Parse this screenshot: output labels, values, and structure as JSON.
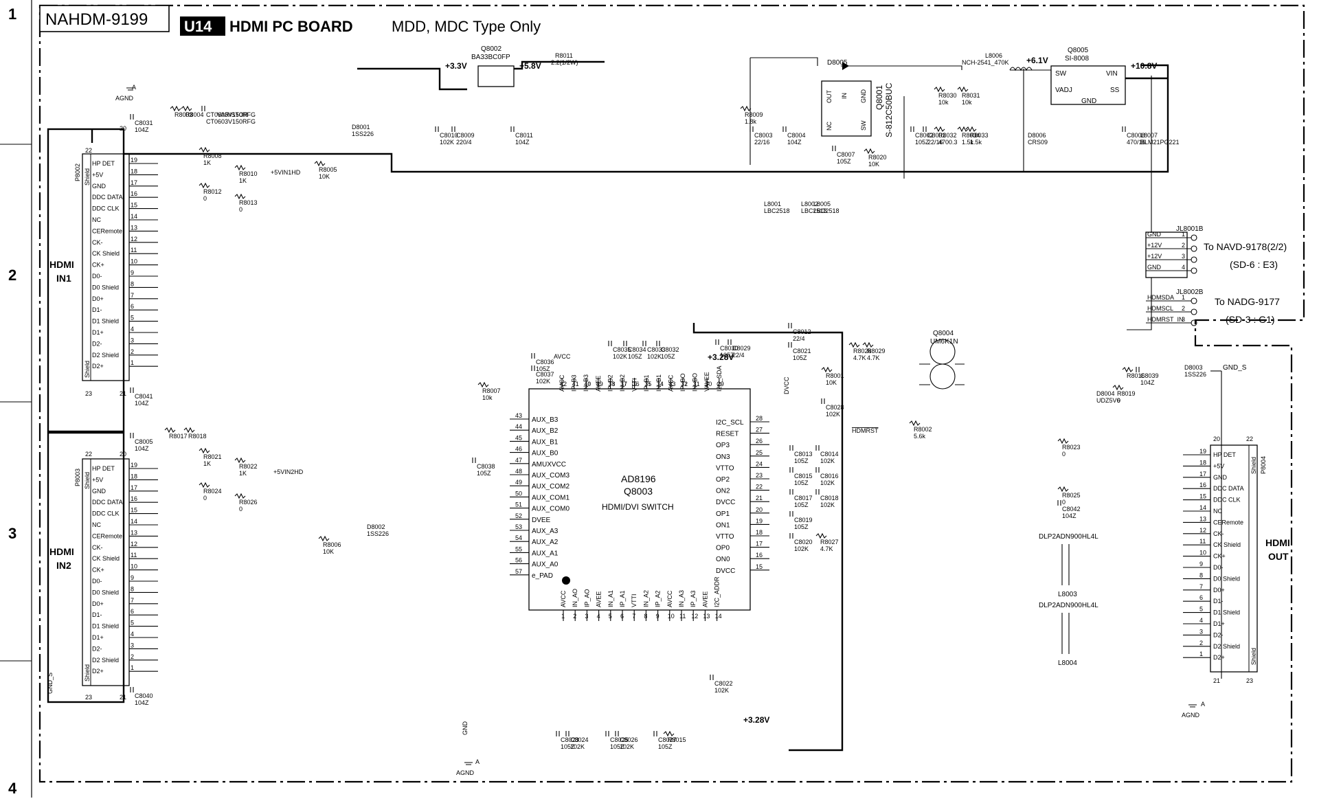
{
  "row_markers": [
    "1",
    "2",
    "3",
    "4"
  ],
  "header": {
    "model": "NAHDM-9199",
    "unit_badge": "U14",
    "board_title": "HDMI PC BOARD",
    "board_subtitle": "MDD, MDC Type Only"
  },
  "connectors": {
    "in1": {
      "label_line1": "HDMI",
      "label_line2": "IN1",
      "ref": "P8002"
    },
    "in2": {
      "label_line1": "HDMI",
      "label_line2": "IN2",
      "ref": "P8003"
    },
    "out": {
      "label_line1": "HDMI",
      "label_line2": "OUT",
      "ref": "P8004"
    },
    "shield": "Shield",
    "pins": [
      {
        "num": "19",
        "name": "HP DET"
      },
      {
        "num": "18",
        "name": "+5V"
      },
      {
        "num": "17",
        "name": "GND"
      },
      {
        "num": "16",
        "name": "DDC DATA"
      },
      {
        "num": "15",
        "name": "DDC CLK"
      },
      {
        "num": "14",
        "name": "NC"
      },
      {
        "num": "13",
        "name": "CERemote"
      },
      {
        "num": "12",
        "name": "CK-"
      },
      {
        "num": "11",
        "name": "CK Shield"
      },
      {
        "num": "10",
        "name": "CK+"
      },
      {
        "num": "9",
        "name": "D0-"
      },
      {
        "num": "8",
        "name": "D0 Shield"
      },
      {
        "num": "7",
        "name": "D0+"
      },
      {
        "num": "6",
        "name": "D1-"
      },
      {
        "num": "5",
        "name": "D1 Shield"
      },
      {
        "num": "4",
        "name": "D1+"
      },
      {
        "num": "3",
        "name": "D2-"
      },
      {
        "num": "2",
        "name": "D2 Shield"
      },
      {
        "num": "1",
        "name": "D2+"
      }
    ]
  },
  "ic": {
    "part": "AD8196",
    "ref": "Q8003",
    "desc": "HDMI/DVI SWITCH",
    "top_pins": [
      {
        "num": "42",
        "name": "AVCC"
      },
      {
        "num": "41",
        "name": "IP_B3"
      },
      {
        "num": "40",
        "name": "IN_B3"
      },
      {
        "num": "39",
        "name": "AVEE"
      },
      {
        "num": "38",
        "name": "IP_B2"
      },
      {
        "num": "37",
        "name": "IN_B2"
      },
      {
        "num": "36",
        "name": "VTTI"
      },
      {
        "num": "35",
        "name": "IP_B1"
      },
      {
        "num": "34",
        "name": "IN_B1"
      },
      {
        "num": "33",
        "name": "AVCC"
      },
      {
        "num": "32",
        "name": "IP_BO"
      },
      {
        "num": "31",
        "name": "IN_BO"
      },
      {
        "num": "30",
        "name": "VAVEE"
      },
      {
        "num": "29",
        "name": "I2C_SDA"
      }
    ],
    "left_pins": [
      {
        "num": "43",
        "name": "AUX_B3"
      },
      {
        "num": "44",
        "name": "AUX_B2"
      },
      {
        "num": "45",
        "name": "AUX_B1"
      },
      {
        "num": "46",
        "name": "AUX_B0"
      },
      {
        "num": "47",
        "name": "AMUXVCC"
      },
      {
        "num": "48",
        "name": "AUX_COM3"
      },
      {
        "num": "49",
        "name": "AUX_COM2"
      },
      {
        "num": "50",
        "name": "AUX_COM1"
      },
      {
        "num": "51",
        "name": "AUX_COM0"
      },
      {
        "num": "52",
        "name": "DVEE"
      },
      {
        "num": "53",
        "name": "AUX_A3"
      },
      {
        "num": "54",
        "name": "AUX_A2"
      },
      {
        "num": "55",
        "name": "AUX_A1"
      },
      {
        "num": "56",
        "name": "AUX_A0"
      },
      {
        "num": "57",
        "name": "e_PAD"
      }
    ],
    "right_pins": [
      {
        "num": "28",
        "name": "I2C_SCL"
      },
      {
        "num": "27",
        "name": "RESET"
      },
      {
        "num": "26",
        "name": "OP3"
      },
      {
        "num": "25",
        "name": "ON3"
      },
      {
        "num": "24",
        "name": "VTTO"
      },
      {
        "num": "23",
        "name": "OP2"
      },
      {
        "num": "22",
        "name": "ON2"
      },
      {
        "num": "21",
        "name": "DVCC"
      },
      {
        "num": "20",
        "name": "OP1"
      },
      {
        "num": "19",
        "name": "ON1"
      },
      {
        "num": "18",
        "name": "VTTO"
      },
      {
        "num": "17",
        "name": "OP0"
      },
      {
        "num": "16",
        "name": "ON0"
      },
      {
        "num": "15",
        "name": "DVCC"
      }
    ],
    "bottom_pins": [
      {
        "num": "1",
        "name": "AVCC"
      },
      {
        "num": "2",
        "name": "IN_AO"
      },
      {
        "num": "3",
        "name": "IP_AO"
      },
      {
        "num": "4",
        "name": "AVEE"
      },
      {
        "num": "5",
        "name": "IN_A1"
      },
      {
        "num": "6",
        "name": "IP_A1"
      },
      {
        "num": "7",
        "name": "VTTI"
      },
      {
        "num": "8",
        "name": "IN_A2"
      },
      {
        "num": "9",
        "name": "IP_A2"
      },
      {
        "num": "10",
        "name": "AVCC"
      },
      {
        "num": "11",
        "name": "IN_A3"
      },
      {
        "num": "12",
        "name": "IP_A3"
      },
      {
        "num": "13",
        "name": "AVEE"
      },
      {
        "num": "14",
        "name": "I2C_ADDR"
      }
    ]
  },
  "power": {
    "q8002_ref": "Q8002",
    "q8002_part": "BA33BC0FP",
    "q8005_ref": "Q8005",
    "q8005_part": "SI-8008",
    "q8001_ref": "Q8001",
    "q8001_part": "S-812C50BUC",
    "v33": "+3.3V",
    "v58": "+5.8V",
    "v61": "+6.1V",
    "v108": "+10.8V",
    "v328": "+3.28V",
    "r8011": "R8011",
    "r8011_val": "2.2(1/2W)",
    "l8006": "L8006",
    "l8006_val": "NCH-2541_470K",
    "d8005": "D8005",
    "sw": "SW",
    "vin": "VIN",
    "vadj": "VADJ",
    "ss": "SS",
    "gnd": "GND",
    "out": "OUT",
    "in": "IN",
    "nc": "NC"
  },
  "ext": {
    "jl8001": "JL8001B",
    "jl8001_pins": [
      {
        "num": "1",
        "name": "GND"
      },
      {
        "num": "2",
        "name": "+12V"
      },
      {
        "num": "3",
        "name": "+12V"
      },
      {
        "num": "4",
        "name": "GND"
      }
    ],
    "to_navd_line1": "To NAVD-9178(2/2)",
    "to_navd_line2": "(SD-6 : E3)",
    "jl8002": "JL8002B",
    "jl8002_pins": [
      {
        "num": "1",
        "name": "HDMSDA"
      },
      {
        "num": "2",
        "name": "HDMSCL"
      },
      {
        "num": "3",
        "name": "HDMRST_IN"
      }
    ],
    "to_nadg_line1": "To NADG-9177",
    "to_nadg_line2": "(SD-3 : G1)"
  },
  "misc": {
    "agnd": "AGND",
    "agnd_a": "A",
    "gnd": "GND",
    "gnd_s": "GND_S",
    "net_5vin1": "+5VIN1HD",
    "net_5vin2": "+5VIN2HD",
    "hdmrst": "HDMRST",
    "dvcc": "DVCC",
    "avcc": "AVCC",
    "q8004_ref": "Q8004",
    "q8004_part": "UM6K1N",
    "l8003_part": "DLP2ADN900HL4L",
    "l8003_ref": "L8003",
    "l8004_part": "DLP2ADN900HL4L",
    "l8004_ref": "L8004"
  },
  "components": [
    {
      "ref": "C8031",
      "val": "104Z"
    },
    {
      "ref": "C8041",
      "val": "104Z"
    },
    {
      "ref": "C8005",
      "val": "104Z"
    },
    {
      "ref": "C8040",
      "val": "104Z"
    },
    {
      "ref": "R8003",
      "val": ""
    },
    {
      "ref": "R8004",
      "val": ""
    },
    {
      "ref": "CT0603V150RFG",
      "val": "CT0603V150RFG"
    },
    {
      "ref": "VARISTOR",
      "val": ""
    },
    {
      "ref": "R8008",
      "val": "1K"
    },
    {
      "ref": "R8010",
      "val": "1K"
    },
    {
      "ref": "R8005",
      "val": "10K"
    },
    {
      "ref": "R8012",
      "val": "0"
    },
    {
      "ref": "R8013",
      "val": "0"
    },
    {
      "ref": "D8001",
      "val": "1SS226"
    },
    {
      "ref": "R8017",
      "val": ""
    },
    {
      "ref": "R8018",
      "val": ""
    },
    {
      "ref": "R8021",
      "val": "1K"
    },
    {
      "ref": "R8022",
      "val": "1K"
    },
    {
      "ref": "R8024",
      "val": "0"
    },
    {
      "ref": "R8026",
      "val": "0"
    },
    {
      "ref": "R8006",
      "val": "10K"
    },
    {
      "ref": "D8002",
      "val": "1SS226"
    },
    {
      "ref": "C8010",
      "val": "102K"
    },
    {
      "ref": "C8009",
      "val": "220/4"
    },
    {
      "ref": "C8011",
      "val": "104Z"
    },
    {
      "ref": "R8009",
      "val": "1.8k"
    },
    {
      "ref": "C8003",
      "val": "22/16"
    },
    {
      "ref": "C8004",
      "val": "104Z"
    },
    {
      "ref": "C8007",
      "val": "105Z"
    },
    {
      "ref": "R8020",
      "val": "10K"
    },
    {
      "ref": "C8002",
      "val": "105Z"
    },
    {
      "ref": "C8001",
      "val": "22/16"
    },
    {
      "ref": "R8030",
      "val": "10k"
    },
    {
      "ref": "R8031",
      "val": "10k"
    },
    {
      "ref": "R8032",
      "val": "4700.3"
    },
    {
      "ref": "R8034",
      "val": "1.5k"
    },
    {
      "ref": "R8033",
      "val": "1.5k"
    },
    {
      "ref": "D8006",
      "val": "CRS09"
    },
    {
      "ref": "C8008",
      "val": "470/16"
    },
    {
      "ref": "L8007",
      "val": "BLM21PG221"
    },
    {
      "ref": "L8001",
      "val": "LBC2518"
    },
    {
      "ref": "L8002",
      "val": "LBC2518"
    },
    {
      "ref": "L8005",
      "val": "LBC2518"
    },
    {
      "ref": "C8035",
      "val": "102K"
    },
    {
      "ref": "C8034",
      "val": "105Z"
    },
    {
      "ref": "C8033",
      "val": "102K"
    },
    {
      "ref": "C8032",
      "val": "105Z"
    },
    {
      "ref": "C8030",
      "val": "105Z"
    },
    {
      "ref": "C8029",
      "val": "22/4"
    },
    {
      "ref": "C8012",
      "val": "22/4"
    },
    {
      "ref": "C8021",
      "val": "105Z"
    },
    {
      "ref": "C8036",
      "val": "105Z"
    },
    {
      "ref": "C8037",
      "val": "102K"
    },
    {
      "ref": "R8007",
      "val": "10k"
    },
    {
      "ref": "C8038",
      "val": "105Z"
    },
    {
      "ref": "R8028",
      "val": "4.7K"
    },
    {
      "ref": "R8029",
      "val": "4.7K"
    },
    {
      "ref": "R8001",
      "val": "10K"
    },
    {
      "ref": "C8028",
      "val": "102K"
    },
    {
      "ref": "R8002",
      "val": "5.6k"
    },
    {
      "ref": "C8013",
      "val": "105Z"
    },
    {
      "ref": "C8014",
      "val": "102K"
    },
    {
      "ref": "C8015",
      "val": "105Z"
    },
    {
      "ref": "C8016",
      "val": "102K"
    },
    {
      "ref": "C8017",
      "val": "105Z"
    },
    {
      "ref": "C8018",
      "val": "102K"
    },
    {
      "ref": "C8019",
      "val": "105Z"
    },
    {
      "ref": "C8020",
      "val": "102K"
    },
    {
      "ref": "R8027",
      "val": "4.7K"
    },
    {
      "ref": "C8022",
      "val": "102K"
    },
    {
      "ref": "C8023",
      "val": "105Z"
    },
    {
      "ref": "C8024",
      "val": "102K"
    },
    {
      "ref": "C8025",
      "val": "105Z"
    },
    {
      "ref": "C8026",
      "val": "102K"
    },
    {
      "ref": "C8027",
      "val": "105Z"
    },
    {
      "ref": "R8015",
      "val": ""
    },
    {
      "ref": "R8016",
      "val": ""
    },
    {
      "ref": "C8039",
      "val": "104Z"
    },
    {
      "ref": "D8003",
      "val": "1SS226"
    },
    {
      "ref": "D8004",
      "val": "UDZ5V6"
    },
    {
      "ref": "R8019",
      "val": "0"
    },
    {
      "ref": "R8023",
      "val": "0"
    },
    {
      "ref": "R8025",
      "val": "0"
    },
    {
      "ref": "C8042",
      "val": "104Z"
    }
  ]
}
